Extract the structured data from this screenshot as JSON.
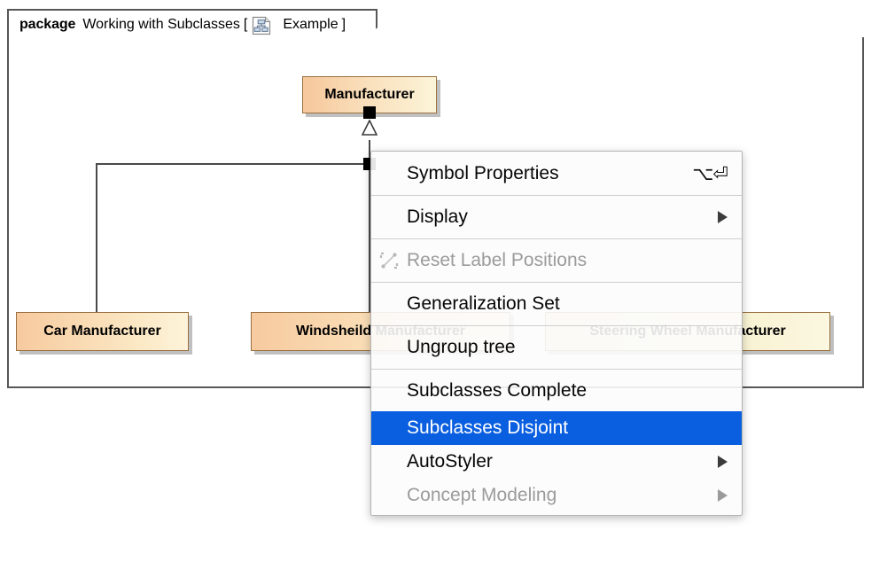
{
  "package": {
    "keyword": "package",
    "name": "Working with Subclasses",
    "bracket_open": "[",
    "bracket_close": "]",
    "diagram_name": "Example",
    "icon": "class-diagram-icon"
  },
  "diagram": {
    "type": "uml-class-diagram",
    "classes": [
      {
        "id": "manufacturer",
        "name": "Manufacturer",
        "role": "superclass",
        "fill": "#f6c79b",
        "border": "#9a7040"
      },
      {
        "id": "car-manufacturer",
        "name": "Car Manufacturer",
        "role": "subclass",
        "fill": "#f7ca9f",
        "border": "#9a7040"
      },
      {
        "id": "windsheild-manufacturer",
        "name": "Windsheild Manufacturer",
        "role": "subclass",
        "fill": "#f7ca9f",
        "border": "#9a7040"
      },
      {
        "id": "steering-wheel-manufacturer",
        "name": "Steering Wheel Manufacturer",
        "role": "subclass",
        "fill": "#f3e9bf",
        "border": "#9a7040"
      }
    ],
    "relationship": "generalization-tree",
    "line_color": "#4a4a4a"
  },
  "context_menu": {
    "selected_item": "Subclasses Disjoint",
    "highlight_color": "#0a5fe0",
    "items": [
      {
        "label": "Symbol Properties",
        "shortcut": "⌥⏎",
        "enabled": true,
        "submenu": false,
        "icon": null
      },
      {
        "separator": true
      },
      {
        "label": "Display",
        "shortcut": "",
        "enabled": true,
        "submenu": true,
        "icon": null
      },
      {
        "separator": true
      },
      {
        "label": "Reset Label Positions",
        "shortcut": "",
        "enabled": false,
        "submenu": false,
        "icon": "reset-label-positions-icon"
      },
      {
        "separator": true
      },
      {
        "label": "Generalization Set",
        "shortcut": "",
        "enabled": true,
        "submenu": false,
        "icon": null
      },
      {
        "separator": true
      },
      {
        "label": "Ungroup tree",
        "shortcut": "",
        "enabled": true,
        "submenu": false,
        "icon": null
      },
      {
        "separator": true
      },
      {
        "label": "Subclasses Complete",
        "shortcut": "",
        "enabled": true,
        "submenu": false,
        "icon": null
      },
      {
        "label": "Subclasses Disjoint",
        "shortcut": "",
        "enabled": true,
        "submenu": false,
        "icon": null,
        "selected": true
      },
      {
        "label": "AutoStyler",
        "shortcut": "",
        "enabled": true,
        "submenu": true,
        "icon": null
      },
      {
        "label": "Concept Modeling",
        "shortcut": "",
        "enabled": false,
        "submenu": true,
        "icon": null
      }
    ]
  }
}
